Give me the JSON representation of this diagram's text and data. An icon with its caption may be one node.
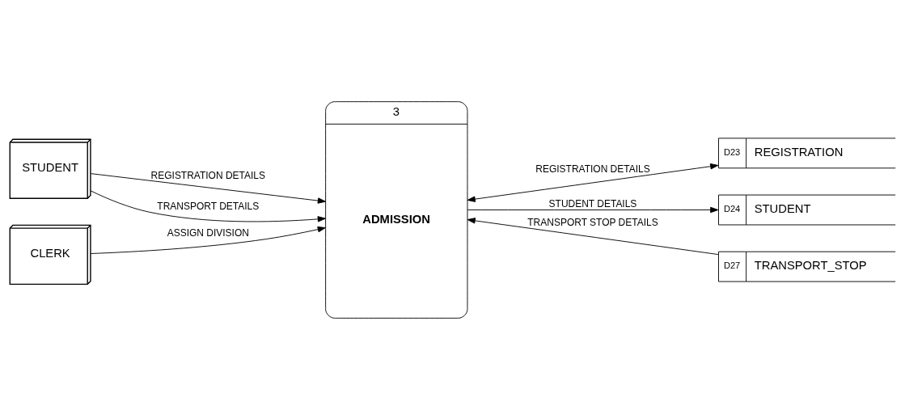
{
  "diagram": {
    "nodes": [
      {
        "text": [
          "STUDENT"
        ]
      },
      {
        "text": [
          "CLERK"
        ]
      },
      {
        "text": [
          "3",
          "ADMISSION"
        ]
      },
      {
        "text": [
          "D23",
          "REGISTRATION"
        ]
      },
      {
        "text": [
          "D24",
          "STUDENT"
        ]
      },
      {
        "text": [
          "D27",
          "TRANSPORT_STOP"
        ]
      }
    ],
    "edges": [
      {
        "from": 0,
        "to": 2,
        "arrow": "to",
        "label": "REGISTRATION DETAILS"
      },
      {
        "from": 0,
        "to": 2,
        "arrow": "to",
        "label": "TRANSPORT DETAILS"
      },
      {
        "from": 1,
        "to": 2,
        "arrow": "to",
        "label": "ASSIGN DIVISION"
      },
      {
        "from": 2,
        "to": 3,
        "arrow": "both",
        "label": "REGISTRATION DETAILS"
      },
      {
        "from": 2,
        "to": 4,
        "arrow": "to",
        "label": "STUDENT DETAILS"
      },
      {
        "from": 5,
        "to": 2,
        "arrow": "to",
        "label": "TRANSPORT STOP DETAILS"
      }
    ]
  }
}
